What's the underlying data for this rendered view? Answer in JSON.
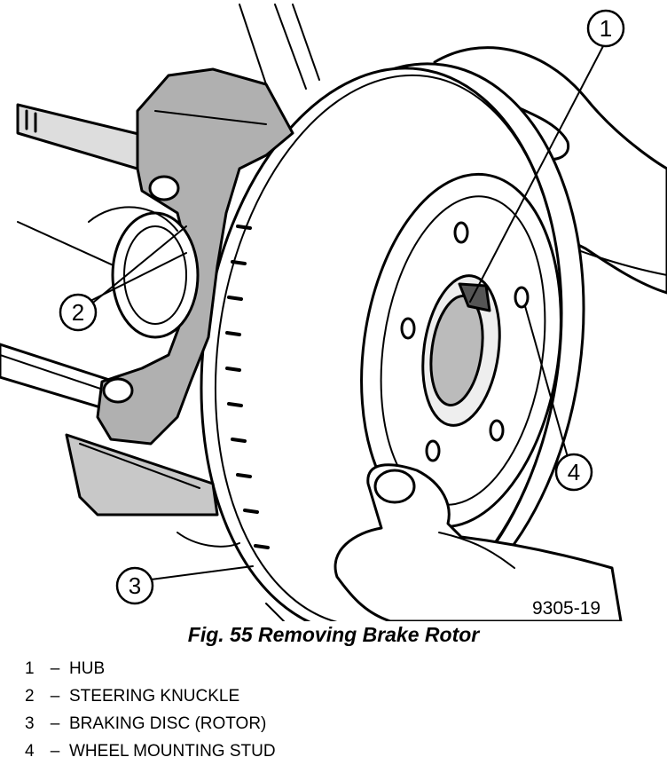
{
  "figure": {
    "code": "9305-19",
    "caption": "Fig. 55 Removing Brake Rotor"
  },
  "callouts": [
    "1",
    "2",
    "3",
    "4"
  ],
  "legend": [
    {
      "number": "1",
      "dash": "–",
      "label": "HUB"
    },
    {
      "number": "2",
      "dash": "–",
      "label": "STEERING KNUCKLE"
    },
    {
      "number": "3",
      "dash": "–",
      "label": "BRAKING DISC (ROTOR)"
    },
    {
      "number": "4",
      "dash": "–",
      "label": "WHEEL MOUNTING STUD"
    }
  ]
}
